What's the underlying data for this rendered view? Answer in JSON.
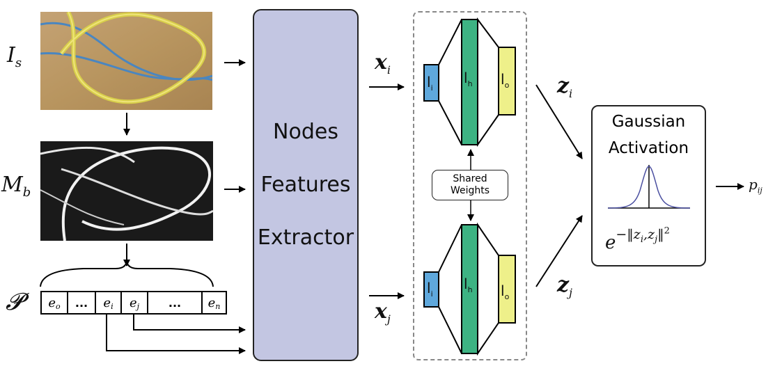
{
  "inputs": {
    "image_label": "I",
    "image_label_sub": "s",
    "mask_label": "M",
    "mask_label_sub": "b",
    "paths_label": "𝓟"
  },
  "sequence": {
    "cells": [
      {
        "base": "e",
        "sub": "o"
      },
      {
        "base": "...",
        "sub": ""
      },
      {
        "base": "e",
        "sub": "i"
      },
      {
        "base": "e",
        "sub": "j"
      },
      {
        "base": "...",
        "sub": ""
      },
      {
        "base": "e",
        "sub": "n"
      }
    ]
  },
  "extractor": {
    "line1": "Nodes",
    "line2": "Features",
    "line3": "Extractor"
  },
  "features": {
    "x_i_base": "x",
    "x_i_sub": "i",
    "x_j_base": "x",
    "x_j_sub": "j"
  },
  "network": {
    "layer_in": "l",
    "layer_in_sub": "i",
    "layer_hidden": "l",
    "layer_hidden_sub": "h",
    "layer_out": "l",
    "layer_out_sub": "o",
    "shared_line1": "Shared",
    "shared_line2": "Weights"
  },
  "embeddings": {
    "z_i_base": "z",
    "z_i_sub": "i",
    "z_j_base": "z",
    "z_j_sub": "j"
  },
  "gaussian": {
    "title_line1": "Gaussian",
    "title_line2": "Activation",
    "formula_e": "e",
    "formula_exponent": "−‖z",
    "formula_zi_sub": "i",
    "formula_comma": ",z",
    "formula_zj_sub": "j",
    "formula_close": "‖",
    "formula_power": "2"
  },
  "output": {
    "p_base": "p",
    "p_sub": "ij"
  },
  "colors": {
    "layer_in": "#5fa8dc",
    "layer_hidden": "#3db383",
    "layer_out": "#eef08a",
    "extractor": "#c3c6e2",
    "curve": "#4a4fa0"
  }
}
